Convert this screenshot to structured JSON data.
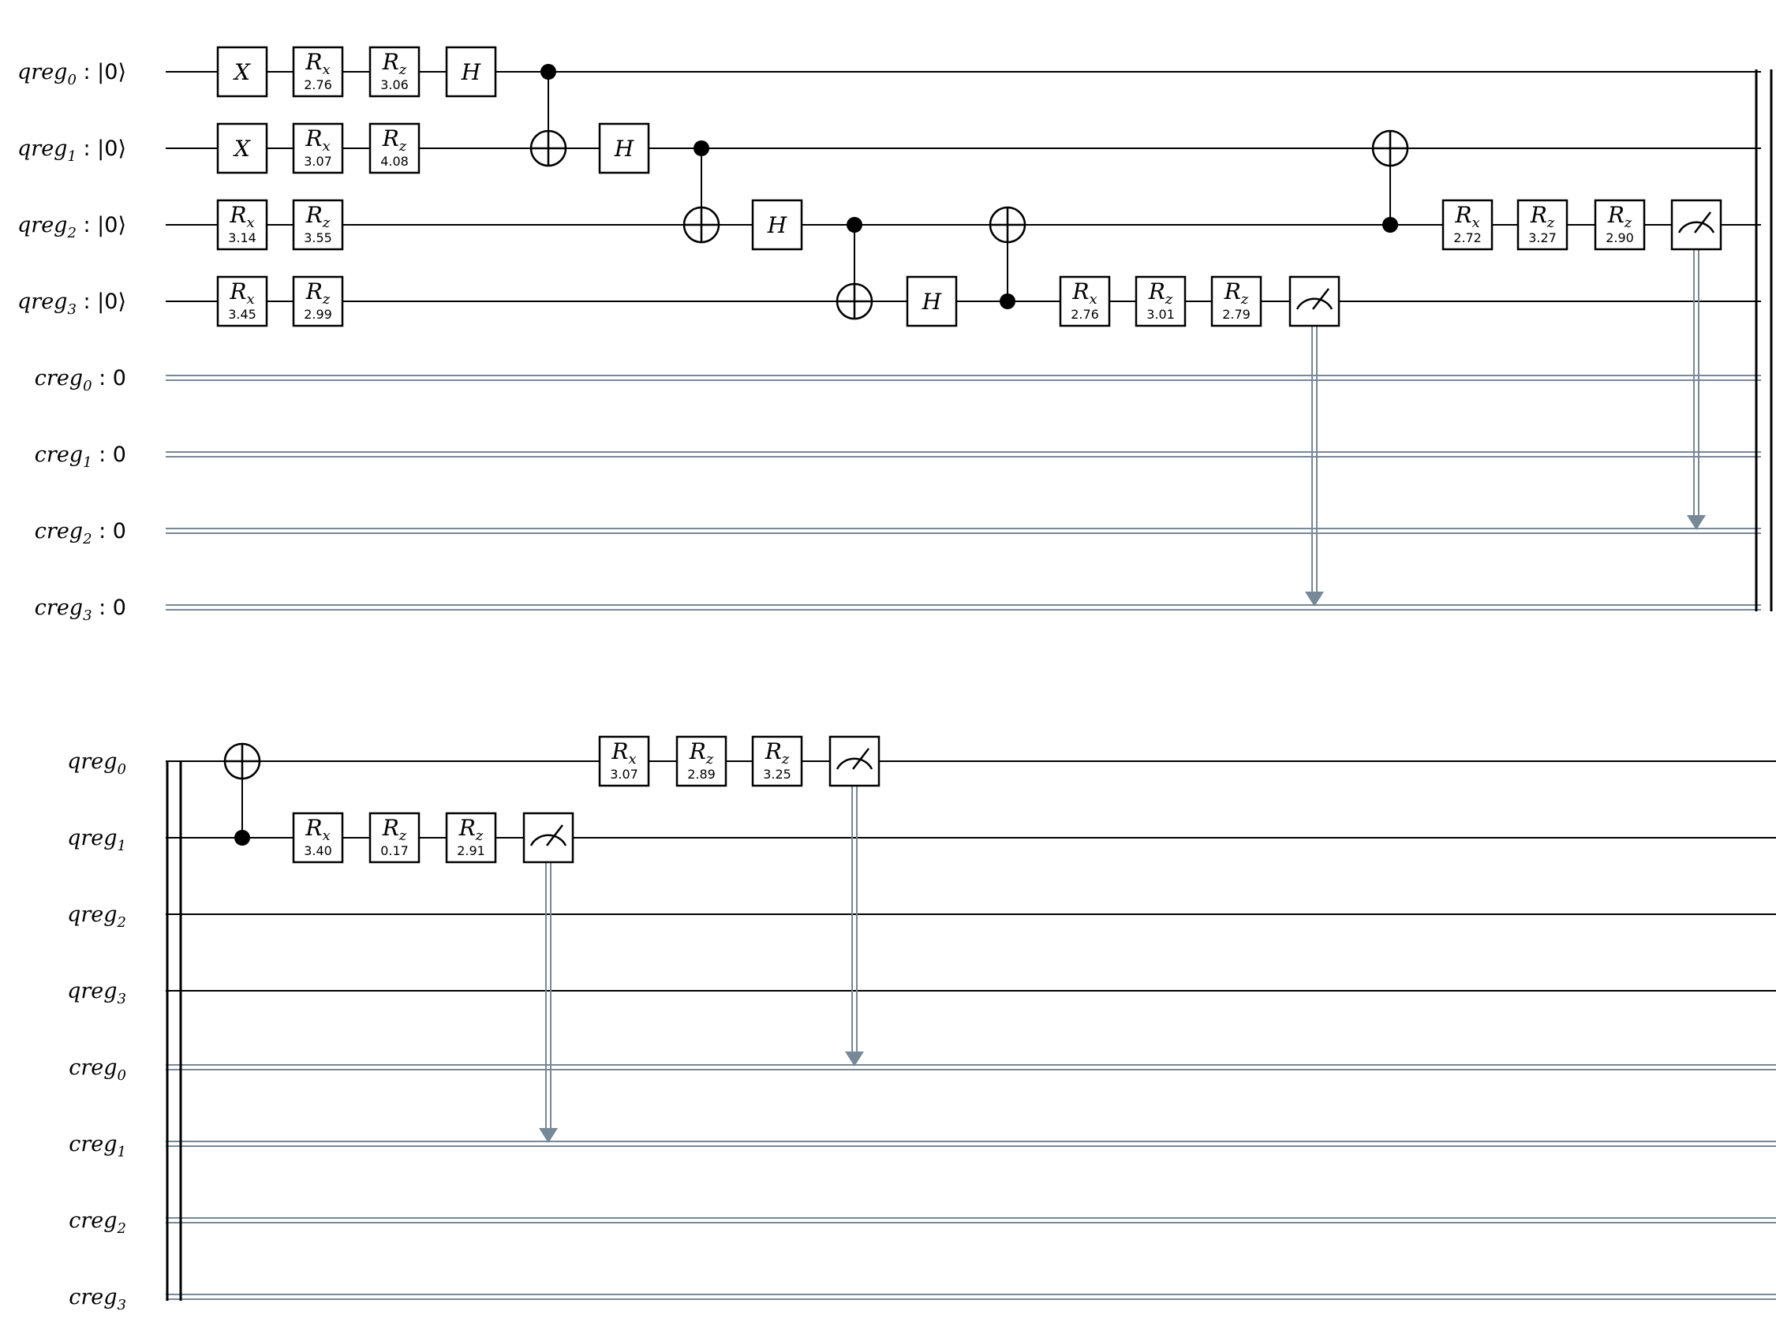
{
  "colors": {
    "wire": "#000000",
    "classical": "#778899",
    "gate_fill": "#ffffff",
    "gate_stroke": "#000000"
  },
  "panels": [
    {
      "qubit_labels": [
        {
          "name": "qreg",
          "index": "0",
          "init": ": |0⟩"
        },
        {
          "name": "qreg",
          "index": "1",
          "init": ": |0⟩"
        },
        {
          "name": "qreg",
          "index": "2",
          "init": ": |0⟩"
        },
        {
          "name": "qreg",
          "index": "3",
          "init": ": |0⟩"
        }
      ],
      "clbit_labels": [
        {
          "name": "creg",
          "index": "0",
          "init": ":  0"
        },
        {
          "name": "creg",
          "index": "1",
          "init": ":  0"
        },
        {
          "name": "creg",
          "index": "2",
          "init": ":  0"
        },
        {
          "name": "creg",
          "index": "3",
          "init": ":  0"
        }
      ],
      "gates": [
        {
          "type": "single",
          "label": "X",
          "sub": "",
          "param": "",
          "qubit": 0,
          "col": 0
        },
        {
          "type": "single",
          "label": "R",
          "sub": "x",
          "param": "2.76",
          "qubit": 0,
          "col": 1
        },
        {
          "type": "single",
          "label": "R",
          "sub": "z",
          "param": "3.06",
          "qubit": 0,
          "col": 2
        },
        {
          "type": "single",
          "label": "H",
          "sub": "",
          "param": "",
          "qubit": 0,
          "col": 3
        },
        {
          "type": "single",
          "label": "X",
          "sub": "",
          "param": "",
          "qubit": 1,
          "col": 0
        },
        {
          "type": "single",
          "label": "R",
          "sub": "x",
          "param": "3.07",
          "qubit": 1,
          "col": 1
        },
        {
          "type": "single",
          "label": "R",
          "sub": "z",
          "param": "4.08",
          "qubit": 1,
          "col": 2
        },
        {
          "type": "single",
          "label": "R",
          "sub": "x",
          "param": "3.14",
          "qubit": 2,
          "col": 0
        },
        {
          "type": "single",
          "label": "R",
          "sub": "z",
          "param": "3.55",
          "qubit": 2,
          "col": 1
        },
        {
          "type": "single",
          "label": "R",
          "sub": "x",
          "param": "3.45",
          "qubit": 3,
          "col": 0
        },
        {
          "type": "single",
          "label": "R",
          "sub": "z",
          "param": "2.99",
          "qubit": 3,
          "col": 1
        },
        {
          "type": "cx",
          "control": 0,
          "target": 1,
          "col": 4
        },
        {
          "type": "single",
          "label": "H",
          "sub": "",
          "param": "",
          "qubit": 1,
          "col": 5
        },
        {
          "type": "cx",
          "control": 1,
          "target": 2,
          "col": 6
        },
        {
          "type": "single",
          "label": "H",
          "sub": "",
          "param": "",
          "qubit": 2,
          "col": 7
        },
        {
          "type": "cx",
          "control": 2,
          "target": 3,
          "col": 8
        },
        {
          "type": "single",
          "label": "H",
          "sub": "",
          "param": "",
          "qubit": 3,
          "col": 9
        },
        {
          "type": "cx",
          "control": 3,
          "target": 2,
          "col": 10
        },
        {
          "type": "single",
          "label": "R",
          "sub": "x",
          "param": "2.76",
          "qubit": 3,
          "col": 11
        },
        {
          "type": "single",
          "label": "R",
          "sub": "z",
          "param": "3.01",
          "qubit": 3,
          "col": 12
        },
        {
          "type": "single",
          "label": "R",
          "sub": "z",
          "param": "2.79",
          "qubit": 3,
          "col": 13
        },
        {
          "type": "measure",
          "qubit": 3,
          "clbit": 3,
          "col": 14
        },
        {
          "type": "cx",
          "control": 2,
          "target": 1,
          "col": 15
        },
        {
          "type": "single",
          "label": "R",
          "sub": "x",
          "param": "2.72",
          "qubit": 2,
          "col": 16
        },
        {
          "type": "single",
          "label": "R",
          "sub": "z",
          "param": "3.27",
          "qubit": 2,
          "col": 17
        },
        {
          "type": "single",
          "label": "R",
          "sub": "z",
          "param": "2.90",
          "qubit": 2,
          "col": 18
        },
        {
          "type": "measure",
          "qubit": 2,
          "clbit": 2,
          "col": 19
        }
      ]
    },
    {
      "qubit_labels": [
        {
          "name": "qreg",
          "index": "0",
          "init": ""
        },
        {
          "name": "qreg",
          "index": "1",
          "init": ""
        },
        {
          "name": "qreg",
          "index": "2",
          "init": ""
        },
        {
          "name": "qreg",
          "index": "3",
          "init": ""
        }
      ],
      "clbit_labels": [
        {
          "name": "creg",
          "index": "0",
          "init": ""
        },
        {
          "name": "creg",
          "index": "1",
          "init": ""
        },
        {
          "name": "creg",
          "index": "2",
          "init": ""
        },
        {
          "name": "creg",
          "index": "3",
          "init": ""
        }
      ],
      "gates": [
        {
          "type": "cx",
          "control": 1,
          "target": 0,
          "col": 0
        },
        {
          "type": "single",
          "label": "R",
          "sub": "x",
          "param": "3.40",
          "qubit": 1,
          "col": 1
        },
        {
          "type": "single",
          "label": "R",
          "sub": "z",
          "param": "0.17",
          "qubit": 1,
          "col": 2
        },
        {
          "type": "single",
          "label": "R",
          "sub": "z",
          "param": "2.91",
          "qubit": 1,
          "col": 3
        },
        {
          "type": "measure",
          "qubit": 1,
          "clbit": 1,
          "col": 4
        },
        {
          "type": "single",
          "label": "R",
          "sub": "x",
          "param": "3.07",
          "qubit": 0,
          "col": 5
        },
        {
          "type": "single",
          "label": "R",
          "sub": "z",
          "param": "2.89",
          "qubit": 0,
          "col": 6
        },
        {
          "type": "single",
          "label": "R",
          "sub": "z",
          "param": "3.25",
          "qubit": 0,
          "col": 7
        },
        {
          "type": "measure",
          "qubit": 0,
          "clbit": 0,
          "col": 8
        }
      ]
    }
  ]
}
